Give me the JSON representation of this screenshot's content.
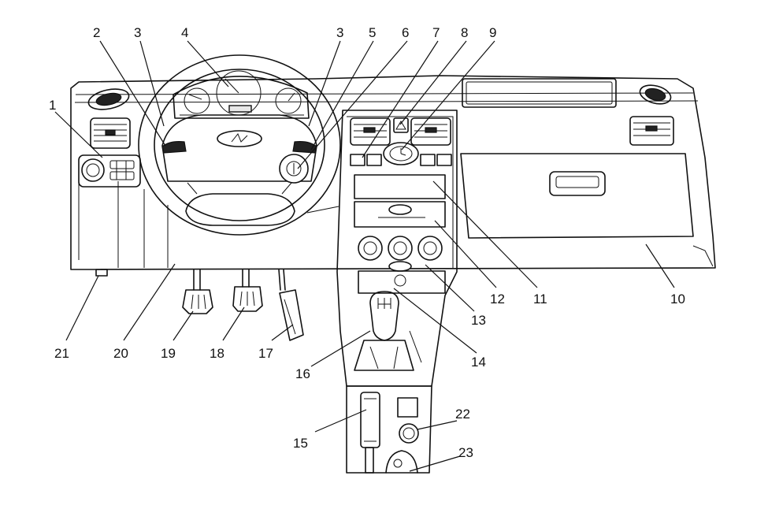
{
  "callouts": [
    {
      "id": "c1",
      "label": "1"
    },
    {
      "id": "c2",
      "label": "2"
    },
    {
      "id": "c3a",
      "label": "3"
    },
    {
      "id": "c4",
      "label": "4"
    },
    {
      "id": "c3b",
      "label": "3"
    },
    {
      "id": "c5",
      "label": "5"
    },
    {
      "id": "c6",
      "label": "6"
    },
    {
      "id": "c7",
      "label": "7"
    },
    {
      "id": "c8",
      "label": "8"
    },
    {
      "id": "c9",
      "label": "9"
    },
    {
      "id": "c10",
      "label": "10"
    },
    {
      "id": "c11",
      "label": "11"
    },
    {
      "id": "c12",
      "label": "12"
    },
    {
      "id": "c13",
      "label": "13"
    },
    {
      "id": "c14",
      "label": "14"
    },
    {
      "id": "c15",
      "label": "15"
    },
    {
      "id": "c16",
      "label": "16"
    },
    {
      "id": "c17",
      "label": "17"
    },
    {
      "id": "c18",
      "label": "18"
    },
    {
      "id": "c19",
      "label": "19"
    },
    {
      "id": "c20",
      "label": "20"
    },
    {
      "id": "c21",
      "label": "21"
    },
    {
      "id": "c22",
      "label": "22"
    },
    {
      "id": "c23",
      "label": "23"
    }
  ]
}
